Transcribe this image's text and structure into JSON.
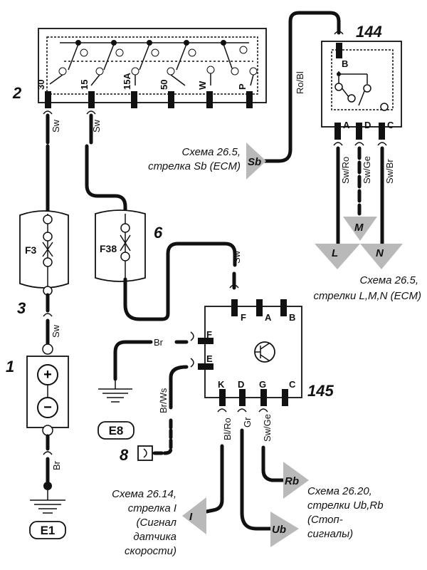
{
  "components": {
    "battery": "1",
    "ignition_switch": "2",
    "fuse_box": "3",
    "fuse_box_2": "6",
    "connector": "8",
    "relay_144": "144",
    "relay_145": "145"
  },
  "ignition_pins": [
    "30",
    "15",
    "15A",
    "50",
    "W",
    "P"
  ],
  "relay_144_pins": [
    "B",
    "A",
    "D",
    "C"
  ],
  "relay_145_pins": {
    "top": [
      "F",
      "A",
      "B"
    ],
    "left": [
      "F",
      "E"
    ],
    "bottom": [
      "K",
      "D",
      "G",
      "C"
    ]
  },
  "fuses": [
    "F3",
    "F38"
  ],
  "grounds": [
    "E1",
    "E8"
  ],
  "wires": {
    "sw_30": "Sw",
    "sw_15": "Sw",
    "sw_fuse": "Sw",
    "sw_bat": "Sw",
    "br_bat": "Br",
    "ro_bl": "Ro/Bl",
    "sw_ro": "Sw/Ro",
    "sw_ge": "Sw/Ge",
    "sw_br": "Sw/Br",
    "sw_145": "Sw",
    "br_145": "Br",
    "br_ws": "Br/Ws",
    "bl_ro": "Bl/Ro",
    "gr": "Gr",
    "sw_ge_145": "Sw/Ge"
  },
  "arrows": [
    "Sb",
    "L",
    "M",
    "N",
    "I",
    "Ub",
    "Rb"
  ],
  "references": {
    "sb": [
      "Схема 26.5,",
      "стрелка Sb (ECM)"
    ],
    "lmn": [
      "Схема 26.5,",
      "стрелки L,M,N (ECM)"
    ],
    "i": [
      "Схема 26.14,",
      "стрелка I",
      "(Сигнал",
      "датчика",
      "скорости)"
    ],
    "ub_rb": [
      "Схема 26.20,",
      "стрелки Ub,Rb",
      "(Стоп-",
      "сигналы)"
    ]
  },
  "battery_symbols": [
    "+",
    "−"
  ]
}
